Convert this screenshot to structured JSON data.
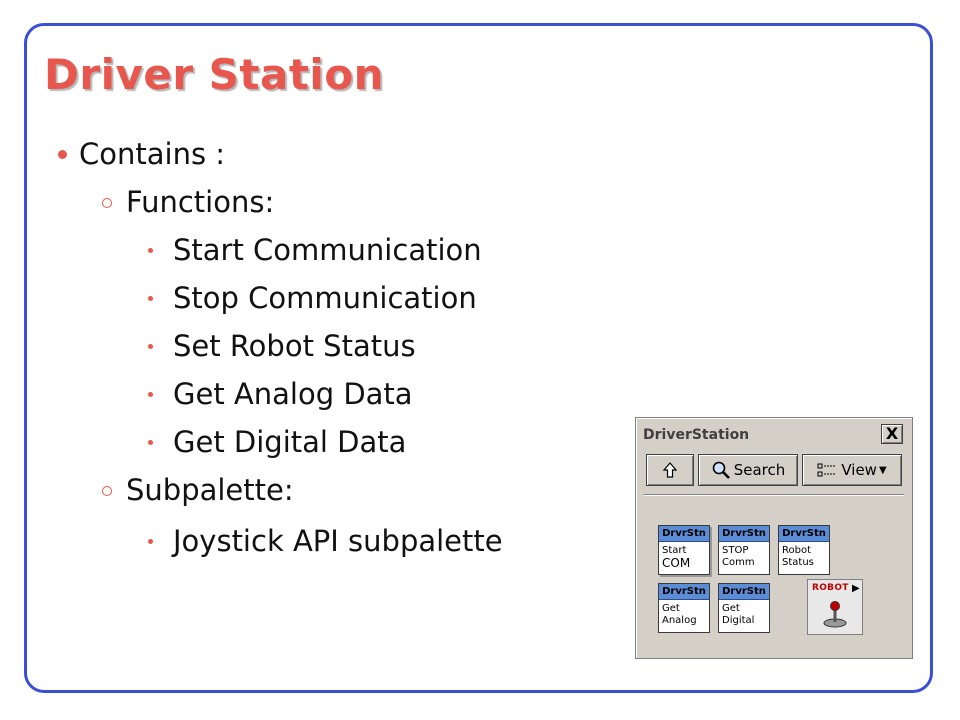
{
  "slide": {
    "title": "Driver Station",
    "bullets": [
      {
        "level": 1,
        "text": "Contains :"
      },
      {
        "level": 2,
        "text": "Functions:"
      },
      {
        "level": 3,
        "text": "Start Communication"
      },
      {
        "level": 3,
        "text": "Stop Communication"
      },
      {
        "level": 3,
        "text": "Set Robot Status"
      },
      {
        "level": 3,
        "text": "Get Analog Data"
      },
      {
        "level": 3,
        "text": "Get Digital Data"
      },
      {
        "level": 2,
        "text": "Subpalette:"
      },
      {
        "level": 3,
        "text": "Joystick API subpalette"
      }
    ],
    "colors": {
      "title": "#e8574d",
      "border": "#3b4fd6",
      "bullet": "#e8574d"
    }
  },
  "palette": {
    "title": "DriverStation",
    "close_label": "X",
    "toolbar": {
      "up_icon": "up-arrow-icon",
      "search_label": "Search",
      "view_label": "View"
    },
    "items": [
      {
        "header": "DrvrStn",
        "lines": [
          "Start",
          "COM"
        ],
        "icon": "start-com-vi-icon"
      },
      {
        "header": "DrvrStn",
        "lines": [
          "STOP",
          "Comm"
        ],
        "icon": "stop-comm-vi-icon"
      },
      {
        "header": "DrvrStn",
        "lines": [
          "Robot",
          "Status"
        ],
        "icon": "robot-status-vi-icon"
      },
      {
        "header": "DrvrStn",
        "lines": [
          "Get",
          "Analog"
        ],
        "icon": "get-analog-vi-icon"
      },
      {
        "header": "DrvrStn",
        "lines": [
          "Get",
          "Digital"
        ],
        "icon": "get-digital-vi-icon"
      }
    ],
    "subpalette": {
      "label": "ROBOT",
      "icon": "joystick-icon"
    }
  }
}
